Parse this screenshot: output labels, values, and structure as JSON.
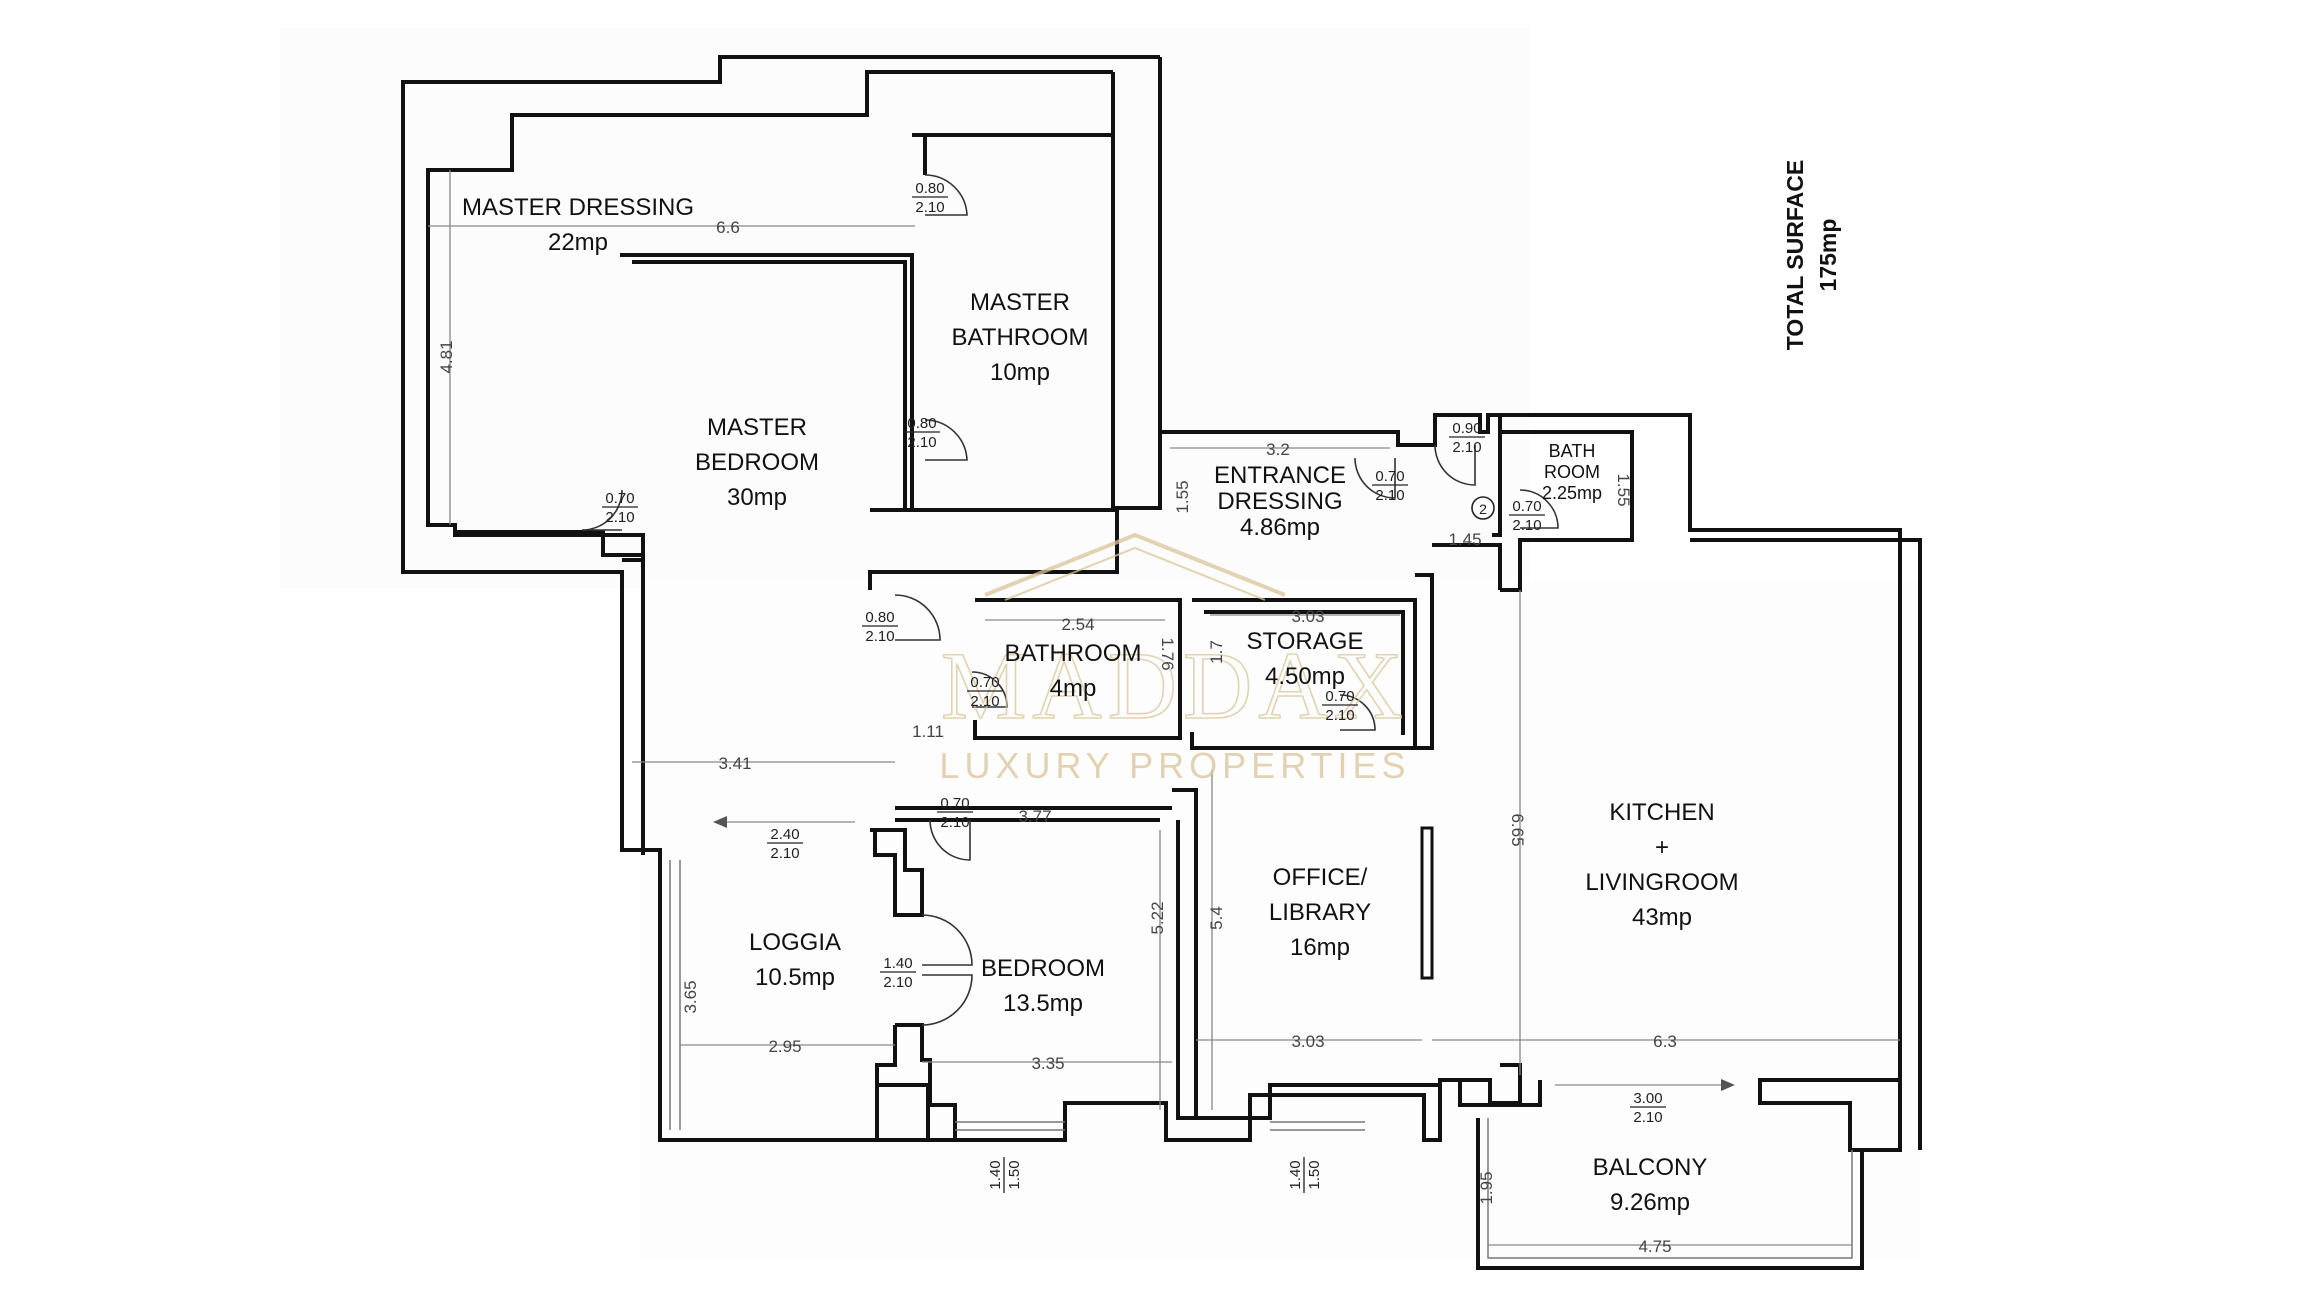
{
  "total_surface": {
    "title": "TOTAL SURFACE",
    "value": "175mp"
  },
  "rooms": {
    "master_dressing": {
      "name": "MASTER DRESSING",
      "area": "22mp"
    },
    "master_bathroom": {
      "name_1": "MASTER",
      "name_2": "BATHROOM",
      "area": "10mp"
    },
    "master_bedroom": {
      "name_1": "MASTER",
      "name_2": "BEDROOM",
      "area": "30mp"
    },
    "entrance_dressing": {
      "name_1": "ENTRANCE",
      "name_2": "DRESSING",
      "area": "4.86mp"
    },
    "bath_room": {
      "name_1": "BATH",
      "name_2": "ROOM",
      "area": "2.25mp"
    },
    "bathroom": {
      "name": "BATHROOM",
      "area": "4mp"
    },
    "storage": {
      "name": "STORAGE",
      "area": "4.50mp"
    },
    "kitchen": {
      "name_1": "KITCHEN",
      "name_2": "+",
      "name_3": "LIVINGROOM",
      "area": "43mp"
    },
    "office": {
      "name_1": "OFFICE/",
      "name_2": "LIBRARY",
      "area": "16mp"
    },
    "loggia": {
      "name": "LOGGIA",
      "area": "10.5mp"
    },
    "bedroom": {
      "name": "BEDROOM",
      "area": "13.5mp"
    },
    "balcony": {
      "name": "BALCONY",
      "area": "9.26mp"
    }
  },
  "dimensions": {
    "dressing_width": "6.6",
    "dressing_depth": "4.81",
    "entrance_width": "3.2",
    "entrance_depth": "1.55",
    "bath_room_depth": "1.55",
    "hall_width": "1.45",
    "bathroom_width": "2.54",
    "bathroom_depth": "1.76",
    "storage_width": "3.03",
    "storage_depth": "1.7",
    "corridor_width": "1.11",
    "master_bedroom_width": "3.41",
    "bedroom_top_width": "3.77",
    "kitchen_depth": "6.65",
    "bedroom_depth": "5.22",
    "office_depth": "5.4",
    "loggia_depth": "3.65",
    "loggia_width": "2.95",
    "bedroom_width": "3.35",
    "office_width": "3.03",
    "kitchen_width": "6.3",
    "balcony_depth": "1.95",
    "balcony_width": "4.75"
  },
  "doors": {
    "d_master_bath_top": {
      "w": "0.80",
      "h": "2.10"
    },
    "d_master_bath_mid": {
      "w": "0.80",
      "h": "2.10"
    },
    "d_dressing": {
      "w": "0.70",
      "h": "2.10"
    },
    "d_master_bedroom": {
      "w": "0.80",
      "h": "2.10"
    },
    "d_entrance_dressing": {
      "w": "0.70",
      "h": "2.10"
    },
    "d_entrance": {
      "w": "0.90",
      "h": "2.10"
    },
    "d_bath_room": {
      "w": "0.70",
      "h": "2.10"
    },
    "d_bathroom": {
      "w": "0.70",
      "h": "2.10"
    },
    "d_storage": {
      "w": "0.70",
      "h": "2.10"
    },
    "d_bedroom_top": {
      "w": "0.70",
      "h": "2.10"
    },
    "d_loggia_slide": {
      "w": "2.40",
      "h": "2.10"
    },
    "d_bedroom_loggia": {
      "w": "1.40",
      "h": "2.10"
    },
    "d_kitchen_balcony": {
      "w": "3.00",
      "h": "2.10"
    },
    "w_bedroom": {
      "w": "1.40",
      "h": "1.50"
    },
    "w_office": {
      "w": "1.40",
      "h": "1.50"
    }
  },
  "entrance_marker": "2",
  "watermark": {
    "brand": "MADDAX",
    "tagline": "LUXURY PROPERTIES",
    "color": "#d9c49a"
  }
}
